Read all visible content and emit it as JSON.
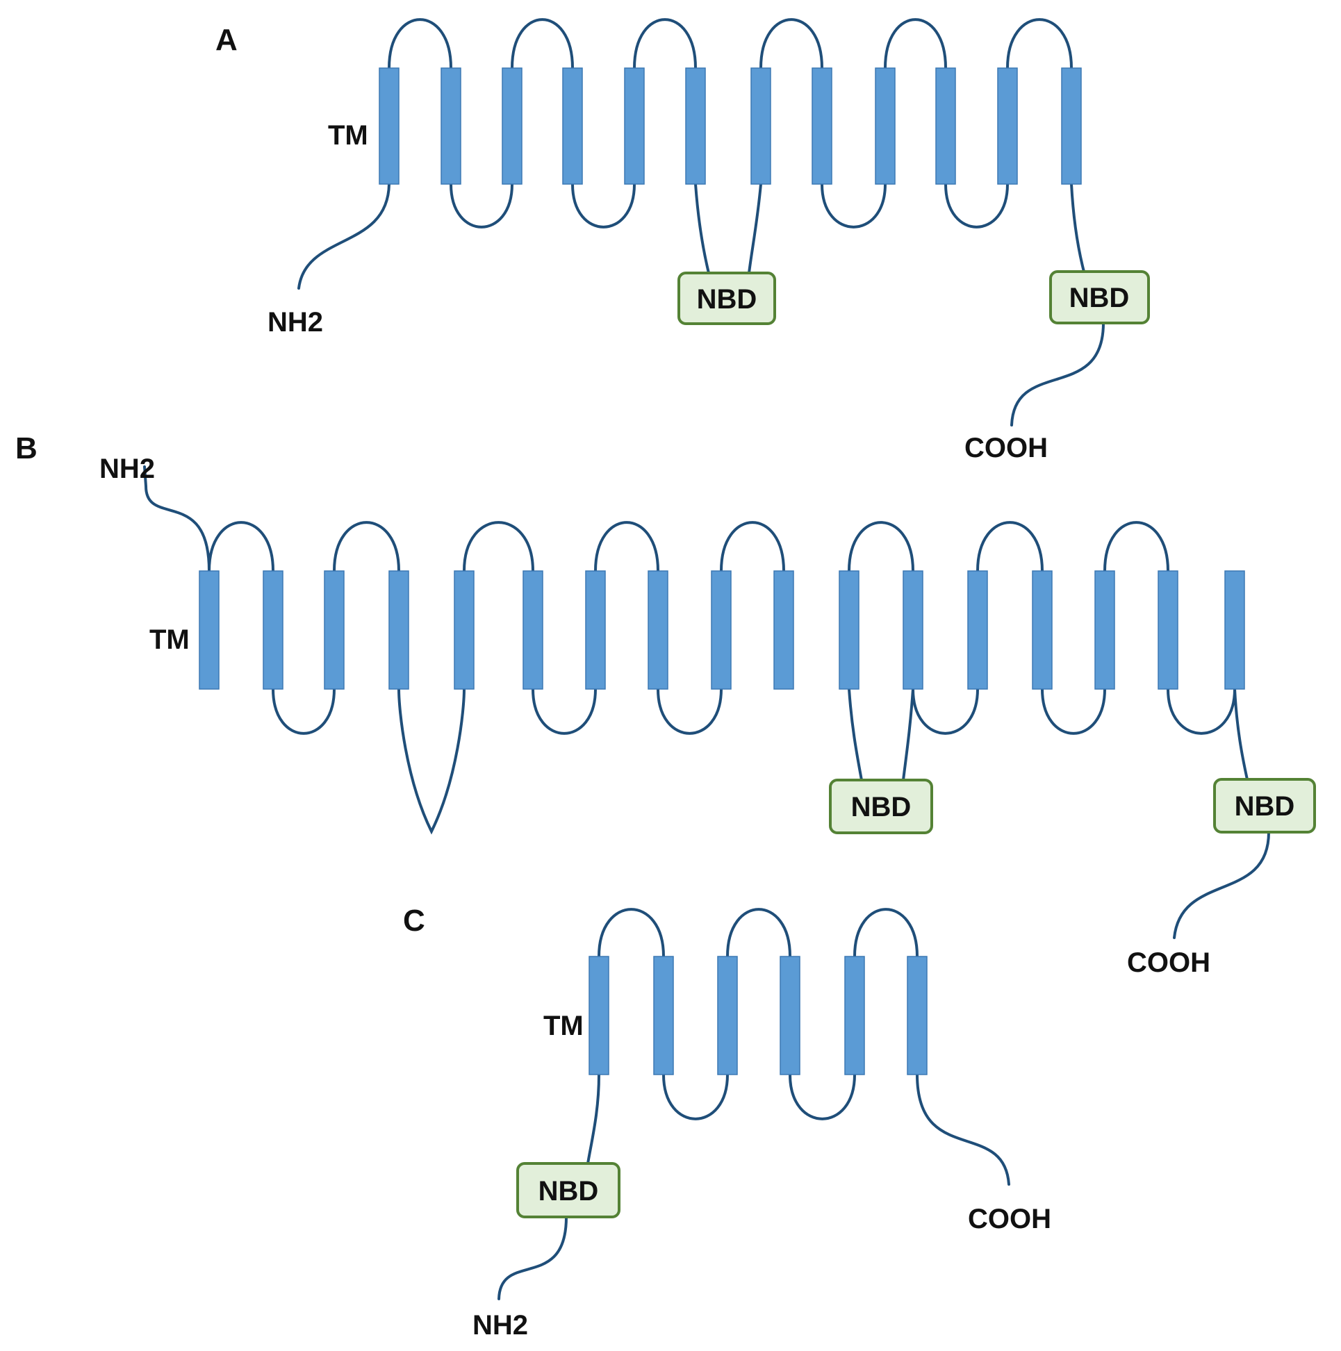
{
  "colors": {
    "helix_fill": "#5b9bd5",
    "helix_stroke": "#3c78b4",
    "loop_stroke": "#1f4e79",
    "nbd_fill": "#e2efda",
    "nbd_stroke": "#548235",
    "text": "#111111"
  },
  "panels": [
    {
      "label": "A",
      "tm_label": "TM",
      "n_terminus": "NH2",
      "c_terminus": "COOH",
      "tm_segment_count": 12,
      "domains": [
        {
          "label": "NBD",
          "after_tm_segment": 6
        },
        {
          "label": "NBD",
          "after_tm_segment": 12
        }
      ]
    },
    {
      "label": "B",
      "tm_label": "TM",
      "n_terminus": "NH2",
      "c_terminus": "COOH",
      "tm_segment_count": 17,
      "domains": [
        {
          "label": "NBD",
          "after_tm_segment": 11
        },
        {
          "label": "NBD",
          "after_tm_segment": 17
        }
      ]
    },
    {
      "label": "C",
      "tm_label": "TM",
      "n_terminus": "NH2",
      "c_terminus": "COOH",
      "tm_segment_count": 6,
      "domains": [
        {
          "label": "NBD",
          "before_tm_segment": 1
        }
      ]
    }
  ]
}
